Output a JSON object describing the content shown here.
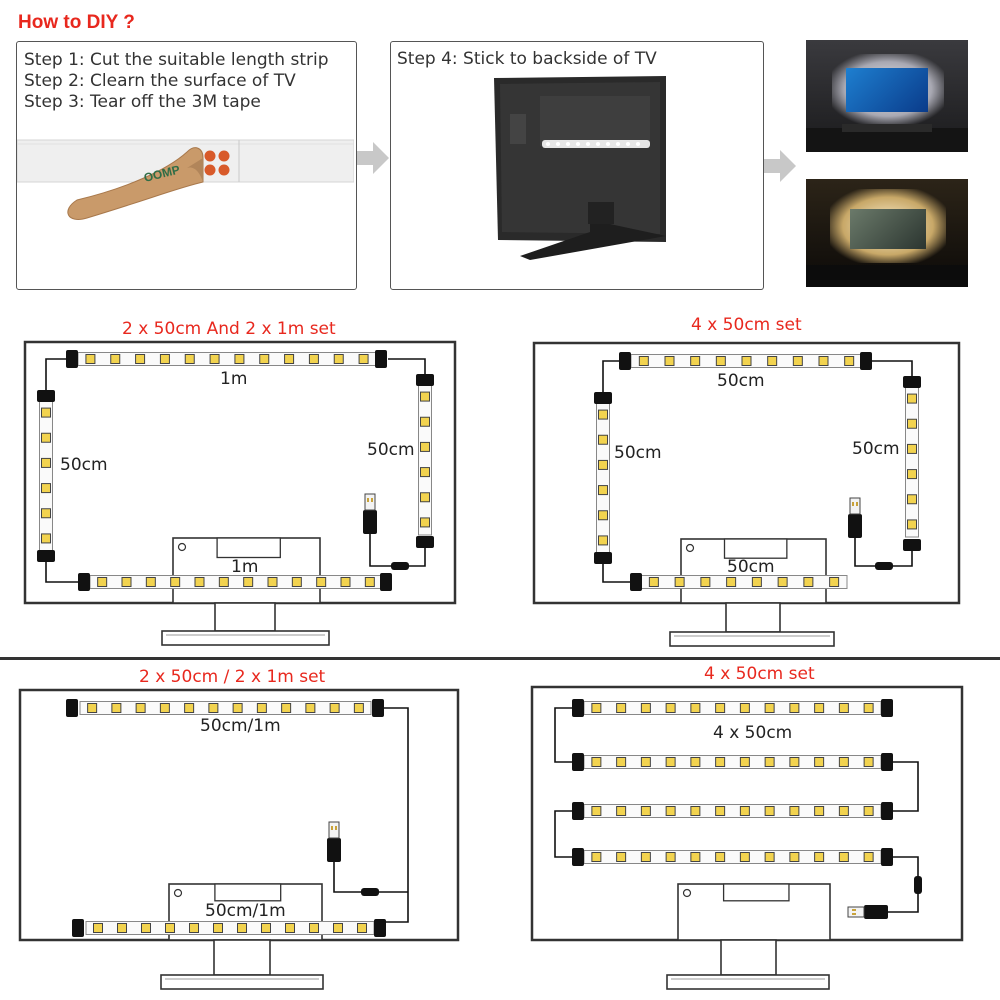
{
  "title": "How to DIY ?",
  "steps": [
    "Step 1: Cut the suitable length strip",
    "Step 2: Clearn the surface of TV",
    "Step 3: Tear off the 3M tape"
  ],
  "step4": "Step 4: Stick to backside of TV",
  "tape_print": "OOMP",
  "colors": {
    "title_red": "#e8281e",
    "led_yellow": "#f2d34f",
    "connector": "#111111"
  },
  "icons": [
    "arrow-right-icon",
    "usb-plug-icon",
    "inline-switch-icon",
    "led-chip-icon"
  ],
  "panels": {
    "top_left": {
      "caption": "2 x 50cm And 2 x 1m set",
      "top_label": "1m",
      "left_label": "50cm",
      "right_label": "50cm",
      "bottom_label": "1m"
    },
    "top_right": {
      "caption": "4 x 50cm set",
      "top_label": "50cm",
      "left_label": "50cm",
      "right_label": "50cm",
      "bottom_label": "50cm"
    },
    "bottom_left": {
      "caption": "2 x 50cm / 2 x 1m set",
      "top_label": "50cm/1m",
      "bottom_label": "50cm/1m"
    },
    "bottom_right": {
      "caption": "4 x 50cm set",
      "label": "4 x 50cm"
    }
  }
}
